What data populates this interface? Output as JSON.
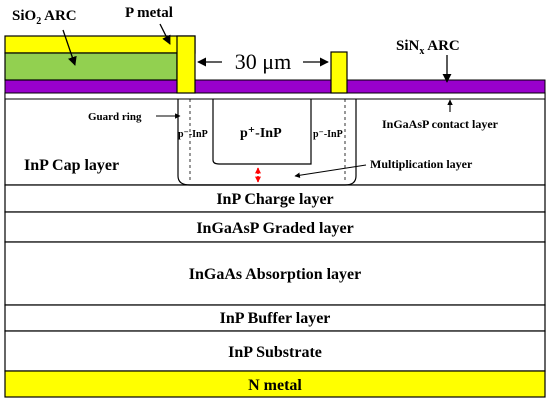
{
  "labels": {
    "sio2_arc_main": "SiO",
    "sio2_arc_sub": "2",
    "sio2_arc_tail": " ARC",
    "p_metal": "P metal",
    "width_dimension": "30 μm",
    "sinx_arc_main": "SiN",
    "sinx_arc_sub": "x",
    "sinx_arc_tail": " ARC",
    "guard_ring": "Guard ring",
    "p_minus_left": "p⁻-InP",
    "p_plus": "p⁺-InP",
    "p_minus_right": "p⁻-InP",
    "contact_layer": "InGaAsP contact layer",
    "cap_layer": "InP Cap layer",
    "multiplication_layer": "Multiplication layer"
  },
  "layers": [
    {
      "name": "InP Charge layer"
    },
    {
      "name": "InGaAsP Graded layer"
    },
    {
      "name": "InGaAs Absorption layer"
    },
    {
      "name": "InP Buffer layer"
    },
    {
      "name": "InP Substrate"
    },
    {
      "name": "N metal"
    }
  ],
  "colors": {
    "metal": "#ffff00",
    "sio2": "#92d050",
    "sinx": "#9900cc",
    "outline": "#000000",
    "arrow_multiplication": "#ff0000"
  }
}
